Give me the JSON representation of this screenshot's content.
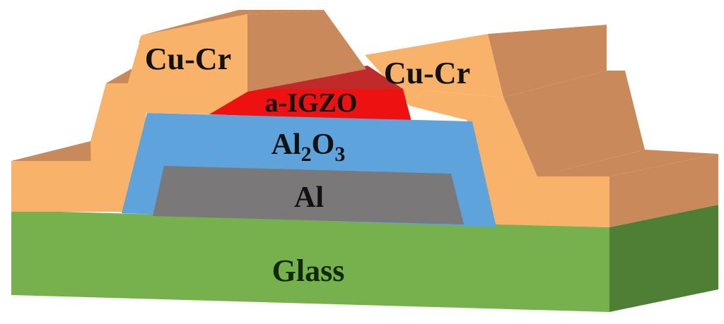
{
  "layers": {
    "glass": {
      "label": "Glass",
      "color": "#77b14e",
      "side_color": "#4e7f34"
    },
    "gate": {
      "label": "Al",
      "color": "#7a7878"
    },
    "dielectric": {
      "label_main": "Al",
      "label_sub1": "2",
      "label_mid": "O",
      "label_sub2": "3",
      "color": "#5fa3dc"
    },
    "channel": {
      "label": "a-IGZO",
      "color": "#ee1111",
      "top_color": "#c02a2a"
    },
    "electrode_left": {
      "label": "Cu-Cr",
      "color": "#f8b26a",
      "top_color": "#c9895a",
      "side_color": "#c9895a"
    },
    "electrode_right": {
      "label": "Cu-Cr",
      "color": "#f8b26a",
      "top_color": "#c9895a",
      "side_color": "#c9895a"
    }
  }
}
